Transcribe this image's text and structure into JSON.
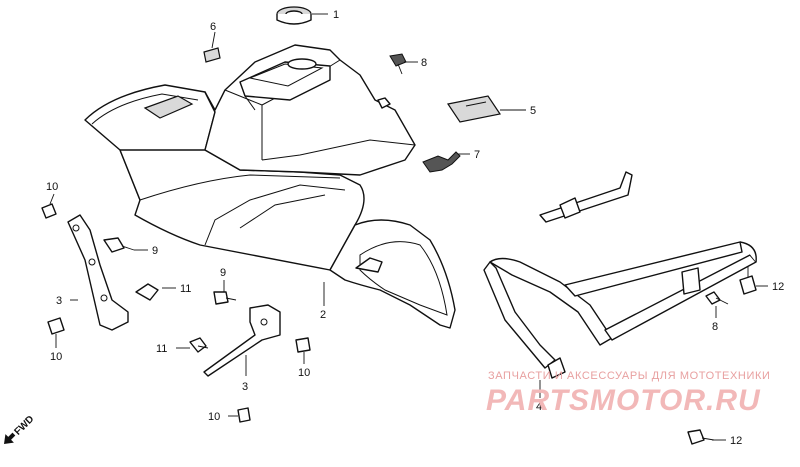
{
  "diagram": {
    "callouts": [
      {
        "id": "c1",
        "label": "1"
      },
      {
        "id": "c2",
        "label": "2"
      },
      {
        "id": "c3a",
        "label": "3"
      },
      {
        "id": "c3b",
        "label": "3"
      },
      {
        "id": "c4",
        "label": "4"
      },
      {
        "id": "c5",
        "label": "5"
      },
      {
        "id": "c6",
        "label": "6"
      },
      {
        "id": "c7",
        "label": "7"
      },
      {
        "id": "c8a",
        "label": "8"
      },
      {
        "id": "c8b",
        "label": "8"
      },
      {
        "id": "c9a",
        "label": "9"
      },
      {
        "id": "c9b",
        "label": "9"
      },
      {
        "id": "c10a",
        "label": "10"
      },
      {
        "id": "c10b",
        "label": "10"
      },
      {
        "id": "c10c",
        "label": "10"
      },
      {
        "id": "c10d",
        "label": "10"
      },
      {
        "id": "c11a",
        "label": "11"
      },
      {
        "id": "c11b",
        "label": "11"
      },
      {
        "id": "c12a",
        "label": "12"
      },
      {
        "id": "c12b",
        "label": "12"
      }
    ],
    "direction_marker": "FWD"
  },
  "watermark": {
    "caption": "ЗАПЧАСТИ И АКСЕССУАРЫ ДЛЯ МОТОТЕХНИКИ",
    "brand": "PARTSMOTOR.RU"
  }
}
